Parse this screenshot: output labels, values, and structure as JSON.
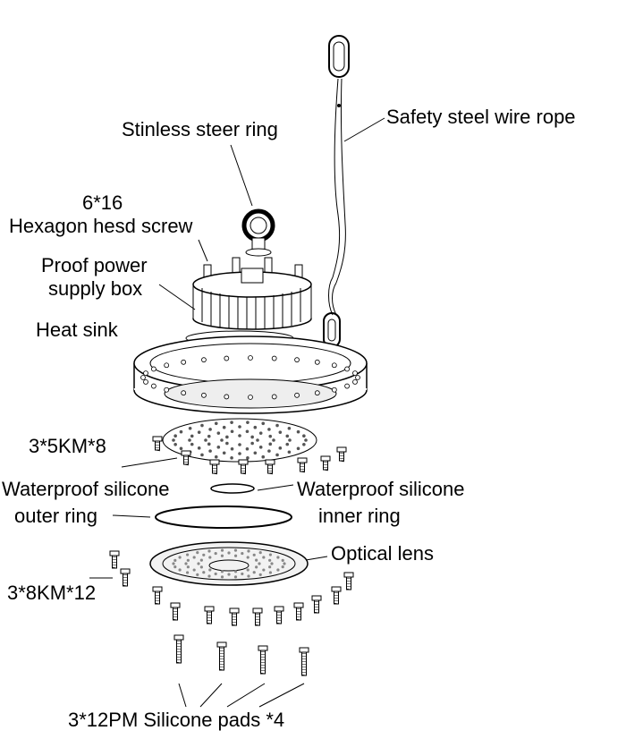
{
  "labels": {
    "safety_rope": "Safety steel wire rope",
    "steel_ring": "Stinless steer ring",
    "screw_size": "6*16",
    "screw_name": "Hexagon hesd screw",
    "power_box_l1": "Proof power",
    "power_box_l2": "supply box",
    "heat_sink": "Heat sink",
    "screws_358": "3*5KM*8",
    "outer_ring_l1": "Waterproof silicone",
    "outer_ring_l2": "outer ring",
    "inner_ring_l1": "Waterproof silicone",
    "inner_ring_l2": "inner ring",
    "optical_lens": "Optical lens",
    "screws_3812": "3*8KM*12",
    "bottom_caption": "3*12PM Silicone pads *4"
  },
  "icons": {
    "ring": "eye-bolt-icon",
    "hook": "carabiner-icon",
    "screw": "screw-icon"
  }
}
